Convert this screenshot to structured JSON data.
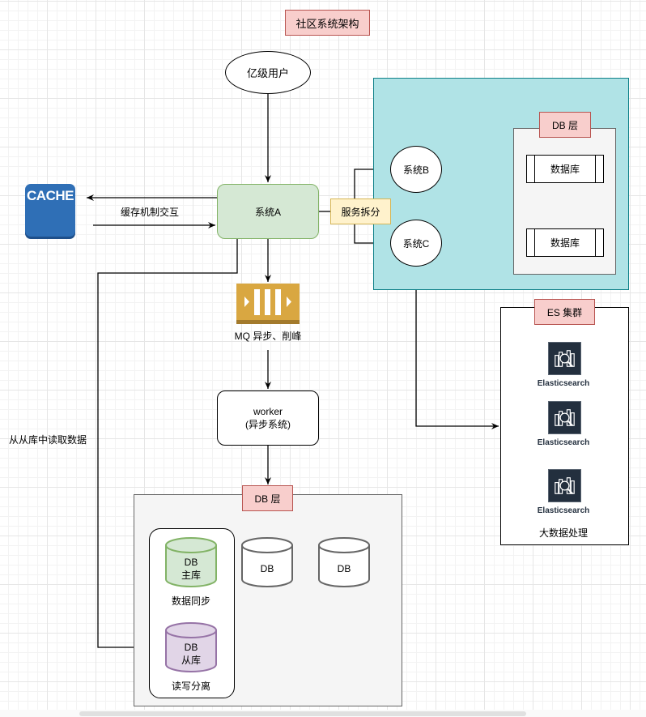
{
  "title": "社区系统架构",
  "users": "亿级用户",
  "system_a": "系统A",
  "cache": {
    "label": "CACHE",
    "edge_label": "缓存机制交互"
  },
  "service_split": "服务拆分",
  "system_b": "系统B",
  "system_c": "系统C",
  "db_layer_top": {
    "tag": "DB 层",
    "databases": [
      "数据库",
      "数据库"
    ]
  },
  "mq": {
    "label": "MQ 异步、削峰"
  },
  "worker": {
    "line1": "worker",
    "line2": "(异步系统)"
  },
  "read_from_slave": "从从库中读取数据",
  "es_cluster": {
    "tag": "ES 集群",
    "nodes": [
      "Elasticsearch",
      "Elasticsearch",
      "Elasticsearch"
    ],
    "footer": "大数据处理"
  },
  "db_layer_bottom": {
    "tag": "DB 层",
    "master": {
      "line1": "DB",
      "line2": "主库"
    },
    "sync_label": "数据同步",
    "slave": {
      "line1": "DB",
      "line2": "从库"
    },
    "rw_label": "读写分离",
    "others": [
      "DB",
      "DB"
    ]
  },
  "colors": {
    "title_fill": "#f8cecc",
    "system_a_fill": "#d5e8d4",
    "cache_fill": "#2f6fb6",
    "teal_fill": "#b0e3e6",
    "split_fill": "#fff2cc",
    "mq_fill": "#d9a741",
    "es_icon_fill": "#232f3e",
    "slave_fill": "#e1d5e7"
  }
}
